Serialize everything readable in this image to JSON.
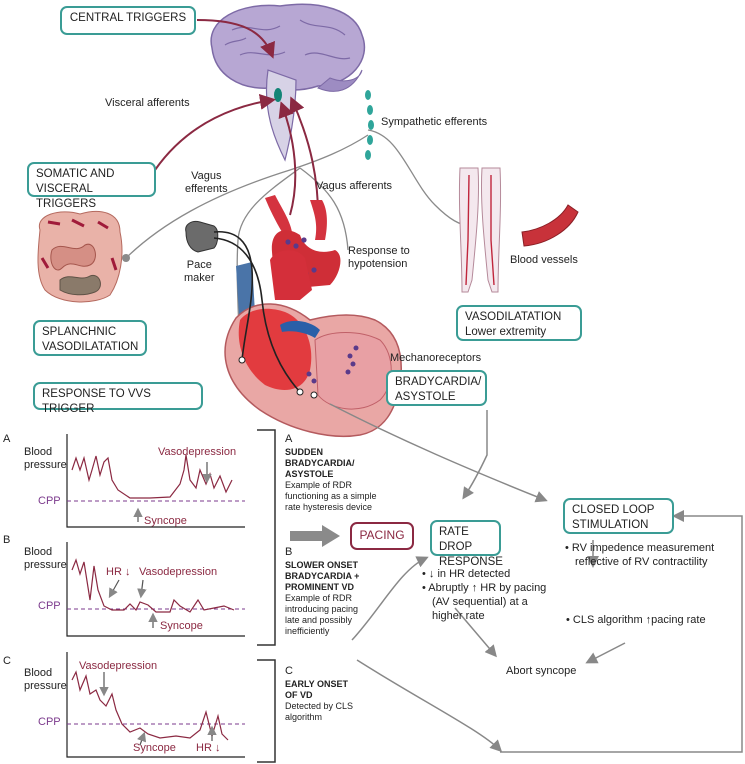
{
  "boxes": {
    "central_triggers": "CENTRAL TRIGGERS",
    "somatic_1": "SOMATIC AND",
    "somatic_2": "VISCERAL TRIGGERS",
    "splanchnic_1": "SPLANCHNIC",
    "splanchnic_2": "VASODILATATION",
    "response_vvs": "RESPONSE TO VVS TRIGGER",
    "vasodil_1": "VASODILATATION",
    "vasodil_2": "Lower extremity",
    "brady_1": "BRADYCARDIA/",
    "brady_2": "ASYSTOLE",
    "rate_drop_1": "RATE DROP",
    "rate_drop_2": "RESPONSE",
    "cls_1": "CLOSED LOOP",
    "cls_2": "STIMULATION",
    "pacing": "PACING"
  },
  "labels": {
    "visceral_afferents": "Visceral afferents",
    "sympathetic_efferents": "Sympathetic efferents",
    "vagus_efferents_1": "Vagus",
    "vagus_efferents_2": "efferents",
    "vagus_afferents": "Vagus afferents",
    "pace_maker_1": "Pace",
    "pace_maker_2": "maker",
    "response_hypo_1": "Response to",
    "response_hypo_2": "hypotension",
    "blood_vessels": "Blood vessels",
    "mechanoreceptors": "Mechanoreceptors"
  },
  "panels": [
    {
      "letter": "A",
      "bp_1": "Blood",
      "bp_2": "pressure",
      "cpp": "CPP",
      "notes": [
        "Vasodepression",
        "Syncope"
      ]
    },
    {
      "letter": "B",
      "bp_1": "Blood",
      "bp_2": "pressure",
      "cpp": "CPP",
      "notes": [
        "HR ↓",
        "Vasodepression",
        "Syncope"
      ]
    },
    {
      "letter": "C",
      "bp_1": "Blood",
      "bp_2": "pressure",
      "cpp": "CPP",
      "notes": [
        "Vasodepression",
        "Syncope",
        "HR ↓"
      ]
    }
  ],
  "descriptions": {
    "a_letter": "A",
    "a_title": [
      "SUDDEN",
      "BRADYCARDIA/",
      "ASYSTOLE"
    ],
    "a_body": [
      "Example of RDR",
      "functioning as a simple",
      "rate hysteresis device"
    ],
    "b_letter": "B",
    "b_title": [
      "SLOWER ONSET",
      "BRADYCARDIA +",
      "PROMINENT VD"
    ],
    "b_body": [
      "Example of RDR",
      "introducing pacing",
      "late and possibly",
      "inefficiently"
    ],
    "c_letter": "C",
    "c_title": [
      "EARLY ONSET",
      "OF VD"
    ],
    "c_body": [
      "Detected by CLS",
      "algorithm"
    ]
  },
  "rdr_bullets": [
    "• ↓ in HR detected",
    "• Abruptly ↑ HR by pacing",
    "(AV sequential) at a",
    "higher rate"
  ],
  "cls_bullets": [
    "• RV impedence measurement",
    "reflective of RV contractility",
    "• CLS algorithm ↑pacing rate"
  ],
  "abort": "Abort syncope",
  "colors": {
    "teal": "#3a9c95",
    "maroon": "#8b2942",
    "purple": "#7b3a8c",
    "gray": "#888888"
  }
}
